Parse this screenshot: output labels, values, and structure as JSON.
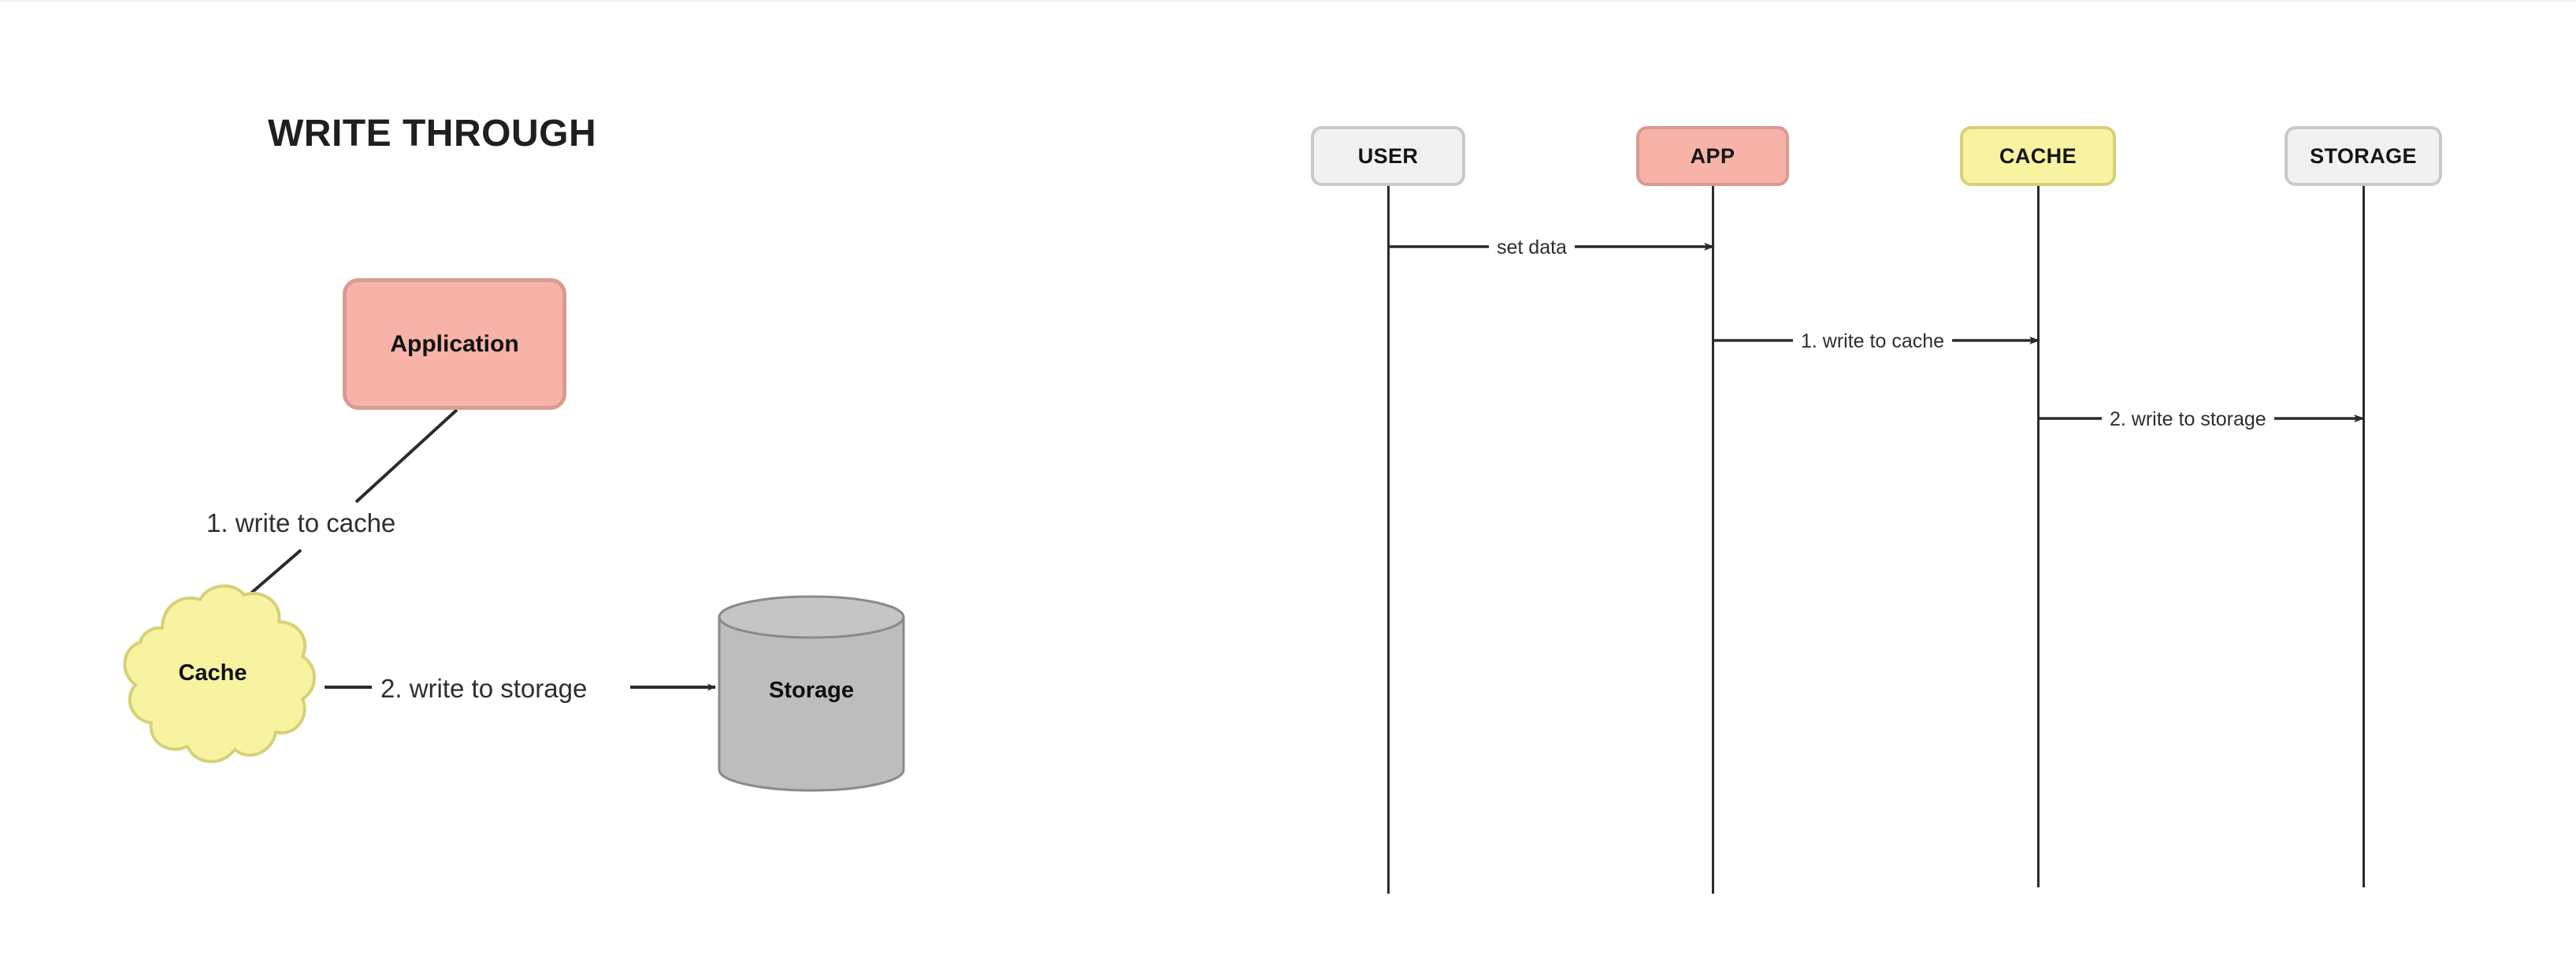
{
  "diagram": {
    "title": "WRITE THROUGH",
    "type": "cache-write-through-pattern"
  },
  "concept": {
    "nodes": [
      {
        "id": "application",
        "label": "Application",
        "shape": "rounded-rect",
        "fill": "#f7b3a8",
        "stroke": "#d79b91"
      },
      {
        "id": "cache",
        "label": "Cache",
        "shape": "cloud",
        "fill": "#f8f3a0",
        "stroke": "#d6d078"
      },
      {
        "id": "storage",
        "label": "Storage",
        "shape": "cylinder",
        "fill": "#bdbdbd",
        "stroke": "#8a8a8a"
      }
    ],
    "edges": [
      {
        "id": "app-to-cache",
        "from": "application",
        "to": "cache",
        "label": "1. write to cache",
        "direction": "diagonal-down-left"
      },
      {
        "id": "cache-to-storage",
        "from": "cache",
        "to": "storage",
        "label": "2. write to storage",
        "direction": "right"
      }
    ]
  },
  "sequence": {
    "participants": [
      {
        "id": "user",
        "label": "USER",
        "fill": "#f1f1f1",
        "stroke": "#c9c9c9"
      },
      {
        "id": "app",
        "label": "APP",
        "fill": "#f7b3a8",
        "stroke": "#d79b91"
      },
      {
        "id": "cache",
        "label": "CACHE",
        "fill": "#f8f3a0",
        "stroke": "#d6d078"
      },
      {
        "id": "storage",
        "label": "STORAGE",
        "fill": "#f1f1f1",
        "stroke": "#c9c9c9"
      }
    ],
    "messages": [
      {
        "id": "m1",
        "from": "user",
        "to": "app",
        "label": "set data"
      },
      {
        "id": "m2",
        "from": "app",
        "to": "cache",
        "label": "1. write to cache"
      },
      {
        "id": "m3",
        "from": "cache",
        "to": "storage",
        "label": "2. write to storage"
      }
    ]
  },
  "colors": {
    "line": "#2b2b2b",
    "text": "#2e2e2e",
    "background": "#ffffff"
  }
}
